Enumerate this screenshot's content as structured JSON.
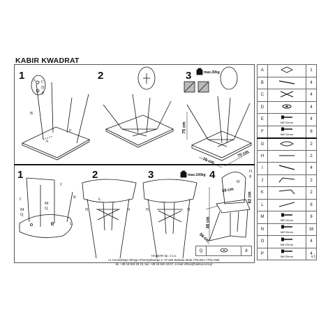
{
  "title": "KABIR KWADRAT",
  "top_steps": [
    "1",
    "2",
    "3"
  ],
  "bottom_steps": [
    "1",
    "2",
    "3",
    "4"
  ],
  "weight_top": "max.30kg",
  "weight_bottom": "max.100kg",
  "dims_table": [
    "75 cm",
    "70 cm",
    "70 cm"
  ],
  "dims_chair": [
    "39 cm",
    "46 cm",
    "82 cm",
    "56 cm"
  ],
  "labels_top_step1": [
    "A",
    "B",
    "C",
    "D",
    "E",
    "F"
  ],
  "labels_bottom_step1": [
    "I",
    "J",
    "K",
    "M",
    "Q",
    "M",
    "Q",
    "G",
    "L"
  ],
  "labels_bottom_step2": [
    "N",
    "N",
    "L"
  ],
  "labels_bottom_step3": [
    "N",
    "N"
  ],
  "labels_bottom_step4": [
    "O",
    "P",
    "H"
  ],
  "parts": [
    {
      "id": "A",
      "qty": "1",
      "bolt": ""
    },
    {
      "id": "B",
      "qty": "4",
      "bolt": ""
    },
    {
      "id": "C",
      "qty": "4",
      "bolt": ""
    },
    {
      "id": "D",
      "qty": "4",
      "bolt": ""
    },
    {
      "id": "E",
      "qty": "4",
      "bolt": "M6*12mm"
    },
    {
      "id": "F",
      "qty": "8",
      "bolt": "M6*12mm"
    },
    {
      "id": "G",
      "qty": "2",
      "bolt": ""
    },
    {
      "id": "H",
      "qty": "2",
      "bolt": ""
    },
    {
      "id": "I",
      "qty": "4",
      "bolt": ""
    },
    {
      "id": "J",
      "qty": "2",
      "bolt": ""
    },
    {
      "id": "K",
      "qty": "2",
      "bolt": ""
    },
    {
      "id": "L",
      "qty": "8",
      "bolt": ""
    },
    {
      "id": "M",
      "qty": "8",
      "bolt": "M6*12mm"
    },
    {
      "id": "N",
      "qty": "16",
      "bolt": "M6*15mm"
    },
    {
      "id": "O",
      "qty": "4",
      "bolt": "M6*23mm"
    },
    {
      "id": "P",
      "qty": "4",
      "bolt": "M6*25mm"
    }
  ],
  "extra_part": {
    "id": "Q",
    "qty": "8"
  },
  "footer": {
    "company": "HALMAR Sp. z o.o.",
    "address": "ul. Centralnego Okręgu Przemysłowego 2, 37-450 Stalowa Wola, POLSKA / POLAND",
    "contact": "tel. +48 15 843 28 10, fax: +48 15 842 19 57, e-mail: office@halmar.com.pl"
  },
  "version": "v.1",
  "colors": {
    "line": "#111111",
    "frame": "#555555",
    "shade": "#bbbbbb"
  }
}
